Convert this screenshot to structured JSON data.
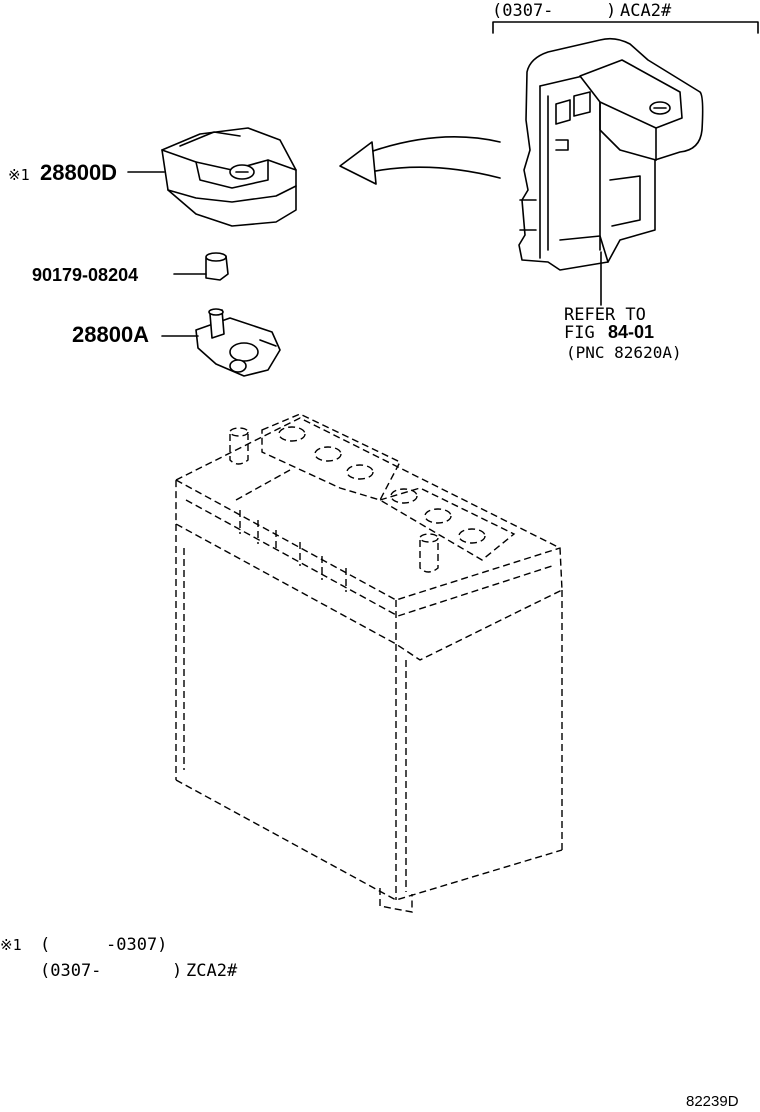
{
  "header": {
    "range_open": "(0307-",
    "range_close": ")",
    "model": "ACA2#"
  },
  "callouts": {
    "cover_note_mark": "※1",
    "cover_part": "28800D",
    "nut_part": "90179-08204",
    "clamp_part": "28800A"
  },
  "refer": {
    "line1": "REFER TO",
    "fig_prefix": "FIG",
    "fig_no": "84-01",
    "pnc": "(PNC 82620A)"
  },
  "footnote": {
    "mark": "※1",
    "row1_open": "(",
    "row1_end": "-0307)",
    "row2_start": "(0307-",
    "row2_close": ")",
    "row2_model": "ZCA2#"
  },
  "diagram_id": "82239D"
}
